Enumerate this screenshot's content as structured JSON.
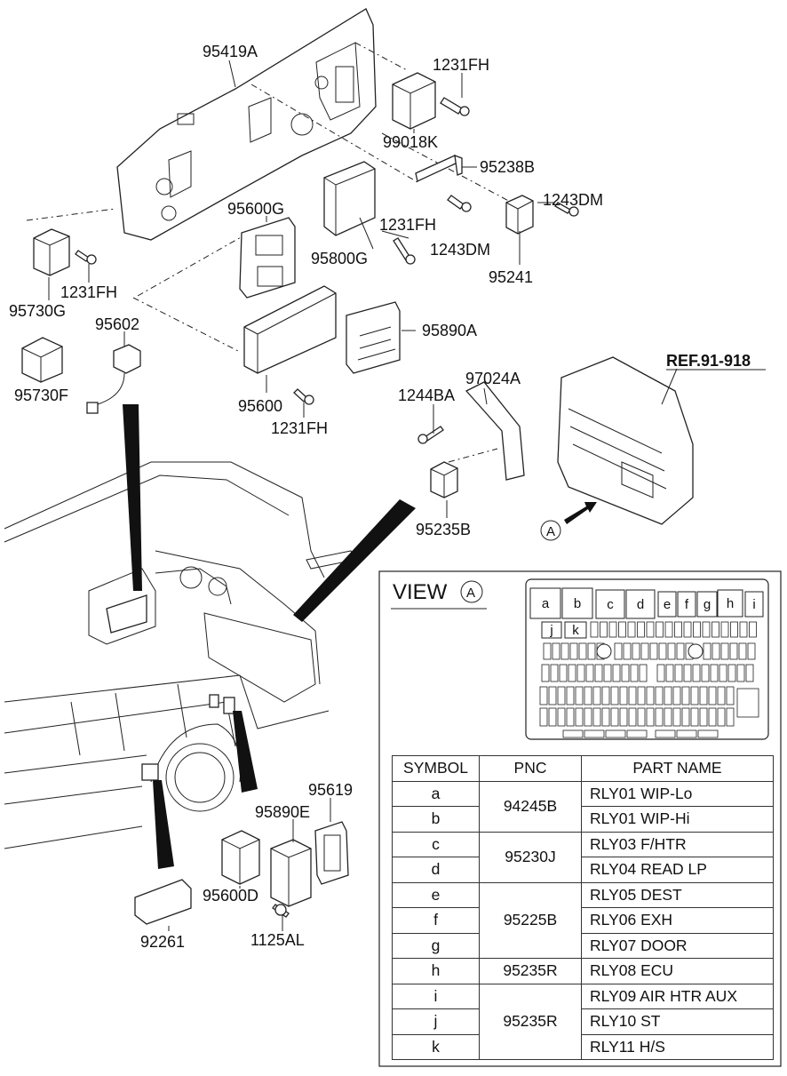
{
  "callouts": {
    "p95419A": "95419A",
    "p1231FH_a": "1231FH",
    "p99018K": "99018K",
    "p95238B": "95238B",
    "p1243DM_a": "1243DM",
    "p95600G": "95600G",
    "p1231FH_b": "1231FH",
    "p1243DM_b": "1243DM",
    "p95800G": "95800G",
    "p95241": "95241",
    "p1231FH_c": "1231FH",
    "p95730G": "95730G",
    "p95602": "95602",
    "p95890A": "95890A",
    "p95730F": "95730F",
    "p95600": "95600",
    "p1231FH_d": "1231FH",
    "p1244BA": "1244BA",
    "p97024A": "97024A",
    "p95235B": "95235B",
    "p95890E": "95890E",
    "p95619": "95619",
    "p95600D": "95600D",
    "p92261": "92261",
    "p1125AL": "1125AL"
  },
  "ref": {
    "label": "REF.91-918",
    "arrow_letter": "A"
  },
  "view": {
    "title": "VIEW",
    "letter": "A",
    "relay_slots": [
      "a",
      "b",
      "c",
      "d",
      "e",
      "f",
      "g",
      "h",
      "i",
      "j",
      "k"
    ]
  },
  "table": {
    "headers": [
      "SYMBOL",
      "PNC",
      "PART NAME"
    ],
    "rows": [
      {
        "symbol": "a",
        "part_name": "RLY01 WIP-Lo"
      },
      {
        "symbol": "b",
        "part_name": "RLY01 WIP-Hi"
      },
      {
        "symbol": "c",
        "part_name": "RLY03 F/HTR"
      },
      {
        "symbol": "d",
        "part_name": "RLY04 READ LP"
      },
      {
        "symbol": "e",
        "part_name": "RLY05 DEST"
      },
      {
        "symbol": "f",
        "part_name": "RLY06 EXH"
      },
      {
        "symbol": "g",
        "part_name": "RLY07 DOOR"
      },
      {
        "symbol": "h",
        "part_name": "RLY08 ECU"
      },
      {
        "symbol": "i",
        "part_name": "RLY09 AIR HTR AUX"
      },
      {
        "symbol": "j",
        "part_name": "RLY10 ST"
      },
      {
        "symbol": "k",
        "part_name": "RLY11 H/S"
      }
    ],
    "pnc_groups": [
      "94245B",
      "95230J",
      "95225B",
      "95235R",
      "95235R"
    ]
  }
}
